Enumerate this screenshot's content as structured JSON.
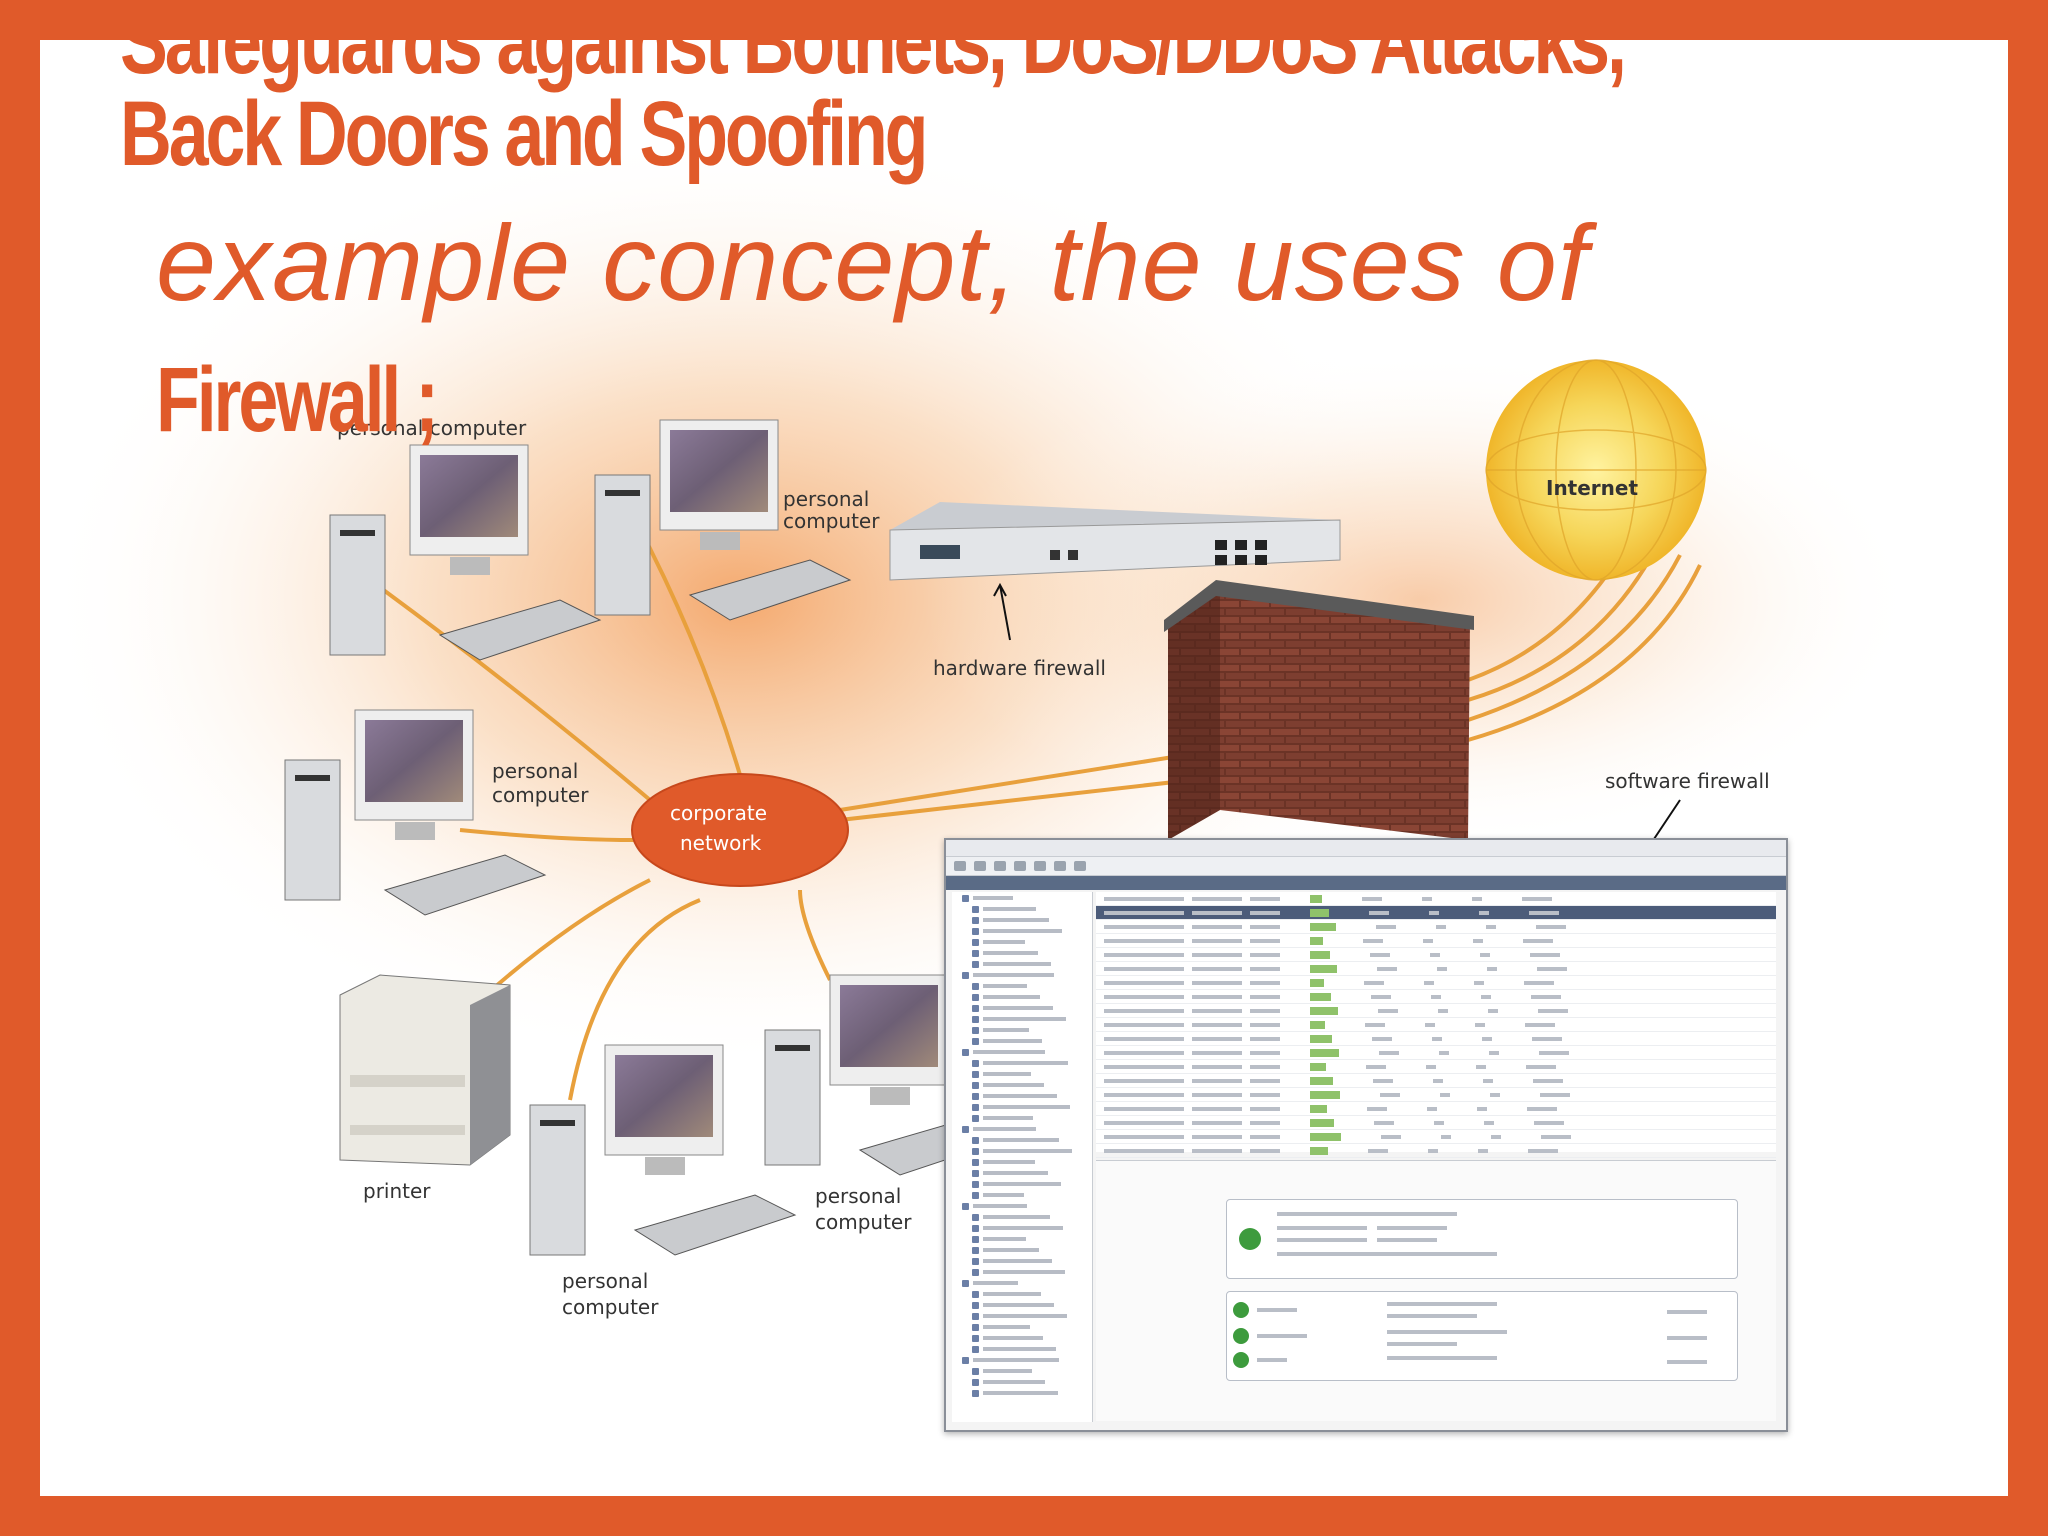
{
  "slide": {
    "title_line1": "Safeguards against Botnets, DoS/DDoS Attacks,",
    "title_line2": "Back  Doors and Spoofing",
    "subtitle": "example concept, the uses of",
    "subtitle_line2": "Firewall ;",
    "colors": {
      "accent": "#e05a2a",
      "node": "#e05a2a",
      "cable": "#e8a03c",
      "internet": "#f6c93a"
    }
  },
  "diagram": {
    "labels": {
      "pc_top_left": "personal computer",
      "pc_top_mid_line1": "personal",
      "pc_top_mid_line2": "computer",
      "pc_mid_left_line1": "personal",
      "pc_mid_left_line2": "computer",
      "hub_line1": "corporate",
      "hub_line2": "network",
      "hardware_firewall": "hardware firewall",
      "internet": "Internet",
      "software_firewall": "software firewall",
      "printer": "printer",
      "pc_bottom_right_line1": "personal",
      "pc_bottom_right_line2": "computer",
      "pc_bottom_mid_line1": "personal",
      "pc_bottom_mid_line2": "computer"
    },
    "icons": [
      "computer-icon",
      "printer-icon",
      "hardware-firewall-device",
      "brick-wall-icon",
      "globe-icon",
      "software-window"
    ]
  }
}
